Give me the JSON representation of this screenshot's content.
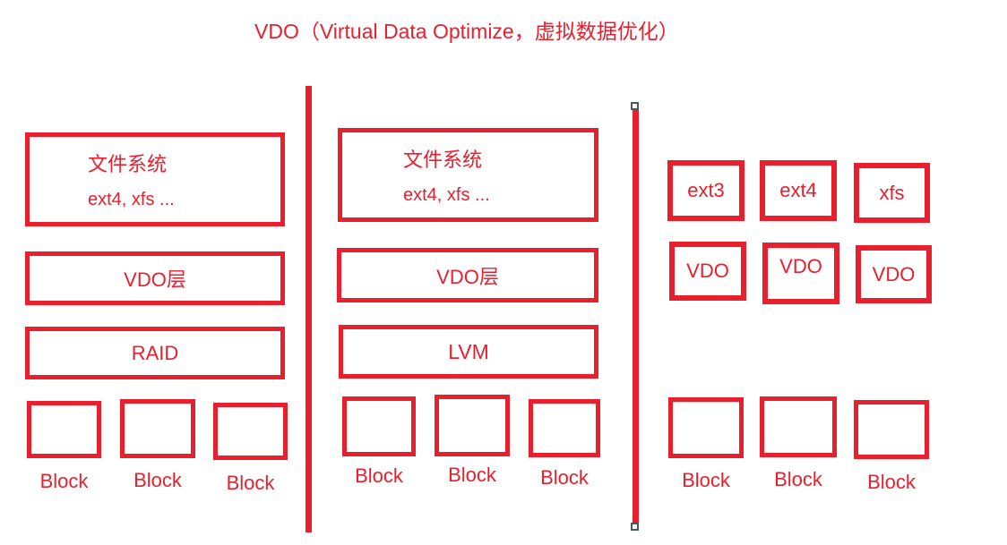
{
  "title": "VDO（Virtual Data Optimize，虚拟数据优化）",
  "colors": {
    "red": "#e8202e",
    "selection_handle_border": "#4a5a5e",
    "background": "#ffffff"
  },
  "stacks": {
    "raid": {
      "filesystem": {
        "line1": "文件系统",
        "line2": "ext4, xfs ..."
      },
      "vdo": "VDO层",
      "base": "RAID",
      "blocks": [
        "Block",
        "Block",
        "Block"
      ]
    },
    "lvm": {
      "filesystem": {
        "line1": "文件系统",
        "line2": "ext4, xfs ..."
      },
      "vdo": "VDO层",
      "base": "LVM",
      "blocks": [
        "Block",
        "Block",
        "Block"
      ]
    },
    "direct": {
      "filesystems": [
        "ext3",
        "ext4",
        "xfs"
      ],
      "vdos": [
        "VDO",
        "VDO",
        "VDO"
      ],
      "blocks": [
        "Block",
        "Block",
        "Block"
      ]
    }
  }
}
